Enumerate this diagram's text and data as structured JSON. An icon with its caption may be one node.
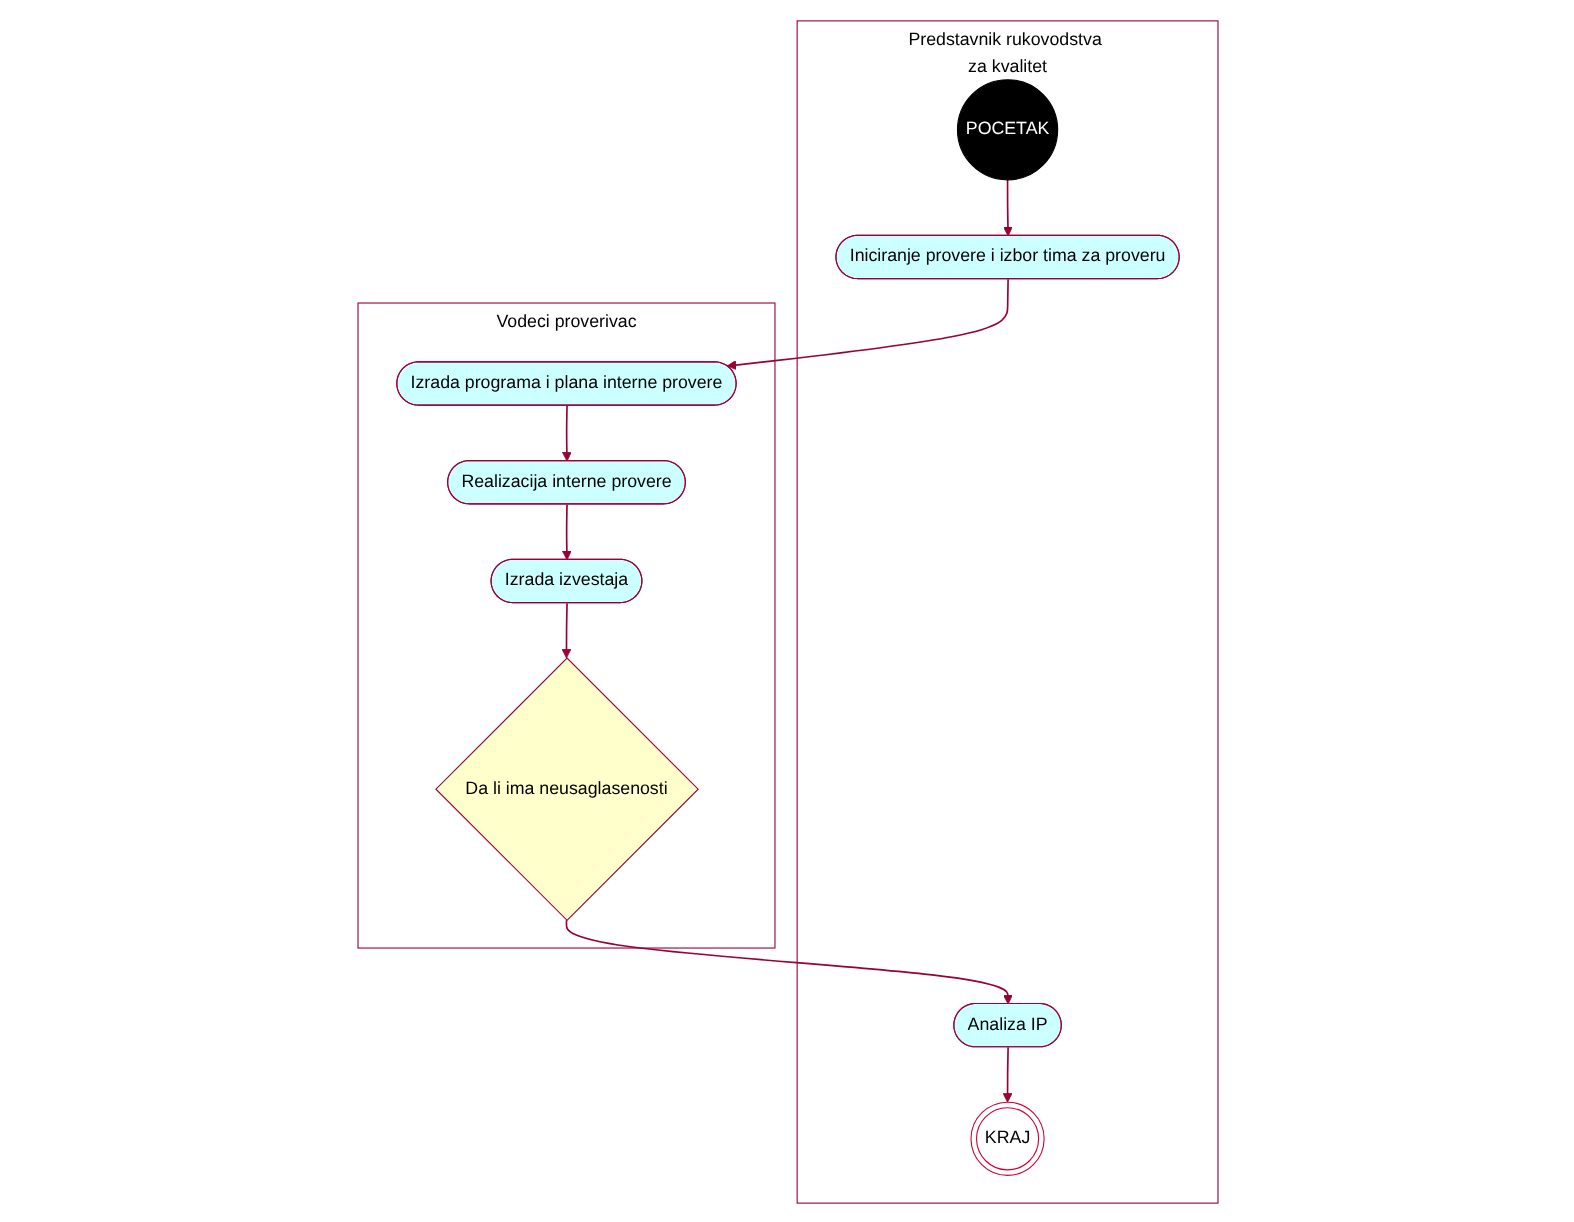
{
  "diagram": {
    "nodes": [
      {
        "text": [
          "Predstavnik rukovodstva za kvalitet"
        ]
      },
      {
        "text": [
          "Vodeci proverivac"
        ]
      },
      {
        "text": [
          "POCETAK"
        ],
        "in": 0
      },
      {
        "text": [
          "Iniciranje provere i izbor tima za proveru"
        ],
        "in": 0
      },
      {
        "text": [
          "Izrada programa i plana interne provere"
        ],
        "in": 1
      },
      {
        "text": [
          "Realizacija interne provere"
        ],
        "in": 1
      },
      {
        "text": [
          "Izrada izvestaja"
        ],
        "in": 1
      },
      {
        "text": [
          "Da li ima neusaglasenosti"
        ],
        "in": 1
      },
      {
        "text": [
          "Analiza IP"
        ],
        "in": 0
      },
      {
        "text": [
          "KRAJ"
        ],
        "in": 0
      }
    ],
    "edges": [
      {
        "from": 2,
        "to": 3,
        "arrow": "to"
      },
      {
        "from": 3,
        "to": 4,
        "arrow": "to"
      },
      {
        "from": 4,
        "to": 5,
        "arrow": "to"
      },
      {
        "from": 5,
        "to": 6,
        "arrow": "to"
      },
      {
        "from": 6,
        "to": 7,
        "arrow": "to"
      },
      {
        "from": 7,
        "to": 8,
        "arrow": "to"
      },
      {
        "from": 8,
        "to": 9,
        "arrow": "to"
      }
    ]
  }
}
